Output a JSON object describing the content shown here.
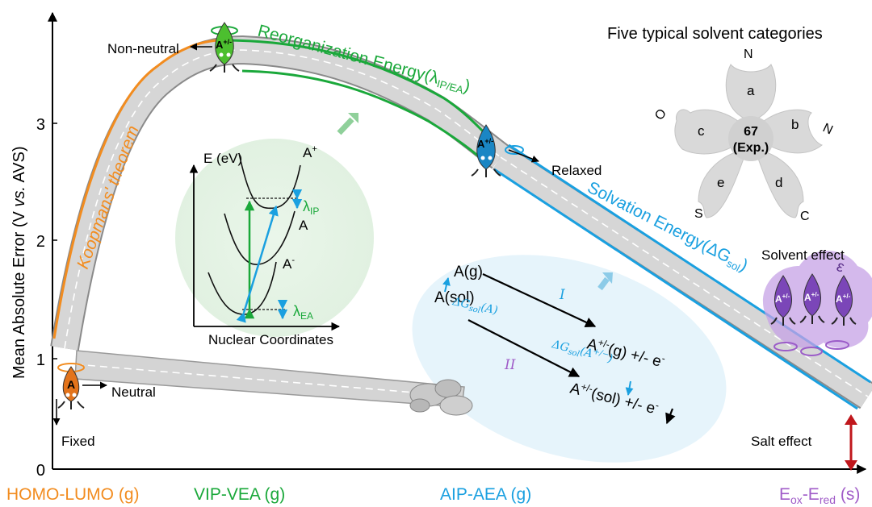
{
  "colors": {
    "koopmans": "#f28c1f",
    "reorganization": "#1aa83a",
    "solvation": "#1aa0e0",
    "salt_arrow": "#c0171c",
    "eox": "#a05cc8",
    "thermo_I": "#1aa0e0",
    "thermo_II": "#a05cc8"
  },
  "axes": {
    "ylabel": "Mean Absolute Error (V vs. AVS)",
    "ylabel_pre": "Mean Absolute Error (V ",
    "ylabel_vs": "vs.",
    "ylabel_post": " AVS)",
    "yticks": [
      "0",
      "1",
      "2",
      "3"
    ],
    "xlabels": {
      "homo_lumo": "HOMO-LUMO (g)",
      "vip_vea": "VIP-VEA (g)",
      "aip_aea": "AIP-AEA (g)",
      "eox": "E",
      "eox_sub1": "ox",
      "eox_dash": "-E",
      "eox_sub2": "red",
      "eox_tail": " (s)"
    }
  },
  "road_labels": {
    "koopmans": "Koopmans' theorem",
    "reorg_main": "Reorganization Energy(λ",
    "reorg_sub": "IP/EA",
    "reorg_close": ")",
    "solv_main": "Solvation Energy(ΔG",
    "solv_sub": "sol",
    "solv_close": ")"
  },
  "annotations": {
    "non_neutral": "Non-neutral",
    "neutral": "Neutral",
    "fixed": "Fixed",
    "relaxed": "Relaxed",
    "solvent_effect": "Solvent effect",
    "salt_effect": "Salt effect",
    "epsilon": "ε",
    "mascot_A": "A",
    "mascot_ion": "A",
    "mascot_ion_sup": "+/-"
  },
  "flower": {
    "title": "Five typical solvent categories",
    "center_value": "67",
    "center_label": "(Exp.)",
    "petals": [
      "a",
      "b",
      "c",
      "d",
      "e"
    ],
    "atoms": [
      "N",
      "N",
      "O",
      "S",
      "C"
    ]
  },
  "energy_inset": {
    "yaxis": "E (eV)",
    "xaxis": "Nuclear Coordinates",
    "curve_Aplus": "A",
    "curve_Aplus_sup": "+",
    "curve_A": "A",
    "curve_Aminus": "A",
    "curve_Aminus_sup": "-",
    "lambda_ip": "λ",
    "lambda_ip_sub": "IP",
    "lambda_ea": "λ",
    "lambda_ea_sub": "EA"
  },
  "thermo_cycle": {
    "Ag": "A(g)",
    "Asol": "A(sol)",
    "ion_g": "A",
    "ion_g_sup": "+/-",
    "ion_g_tail": "(g) +/-  e",
    "ion_g_e_sup": "-",
    "ion_sol": "A",
    "ion_sol_sup": "+/-",
    "ion_sol_tail": "(sol) +/-  e",
    "ion_sol_e_sup": "-",
    "dG_A": "ΔG",
    "dG_A_sub": "sol",
    "dG_A_tail": "(A)",
    "dG_ion": "ΔG",
    "dG_ion_sub": "sol",
    "dG_ion_tail": "(A",
    "dG_ion_sup": "+/−",
    "dG_ion_close": ")",
    "I": "I",
    "II": "II"
  }
}
